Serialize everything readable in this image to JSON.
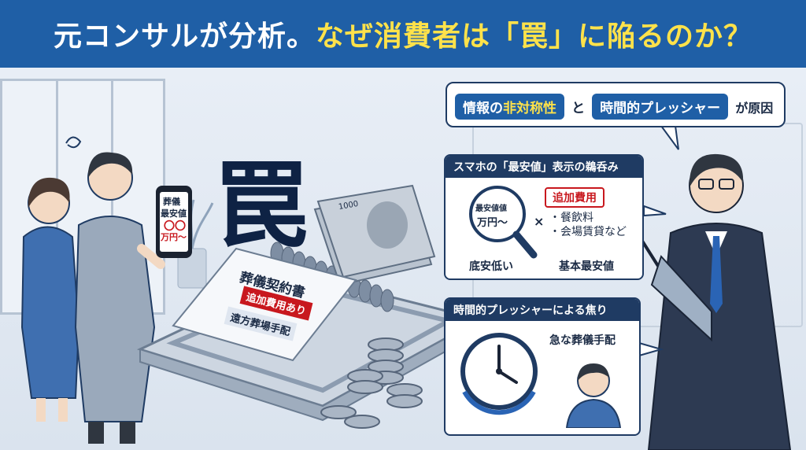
{
  "banner": {
    "title_part1": "元コンサルが分析。",
    "title_part2": "なぜ消費者は「罠」に陥るのか？"
  },
  "trap_character": "罠",
  "phone": {
    "line1": "葬儀",
    "line2": "最安値",
    "line3": "〇〇",
    "line4": "万円〜"
  },
  "contract": {
    "title": "葬儀契約書",
    "stamp": "追加費用あり",
    "item": "遠方葬場手配"
  },
  "banknote_denomination": "1000",
  "cause_bubble": {
    "tag1_pre": "情報の",
    "tag1_hl": "非対称性",
    "connector": "と",
    "tag2": "時間的プレッシャー",
    "suffix": "が原因"
  },
  "panel1": {
    "heading": "スマホの「最安値」表示の鵜呑み",
    "lens_line1": "最安値値",
    "lens_line2": "万円〜",
    "extra_cost_label": "追加費用",
    "times": "×",
    "bullet1": "・餐飲料",
    "bullet2": "・会場賃貸など",
    "caption_left": "底安低い",
    "caption_right": "基本最安値"
  },
  "panel2": {
    "heading": "時間的プレッシャーによる焦り",
    "caption": "急な葬儀手配"
  },
  "colors": {
    "banner_bg": "#1f5fa6",
    "highlight": "#ffe24a",
    "navy": "#1f3b63",
    "alert_red": "#c8181e"
  }
}
